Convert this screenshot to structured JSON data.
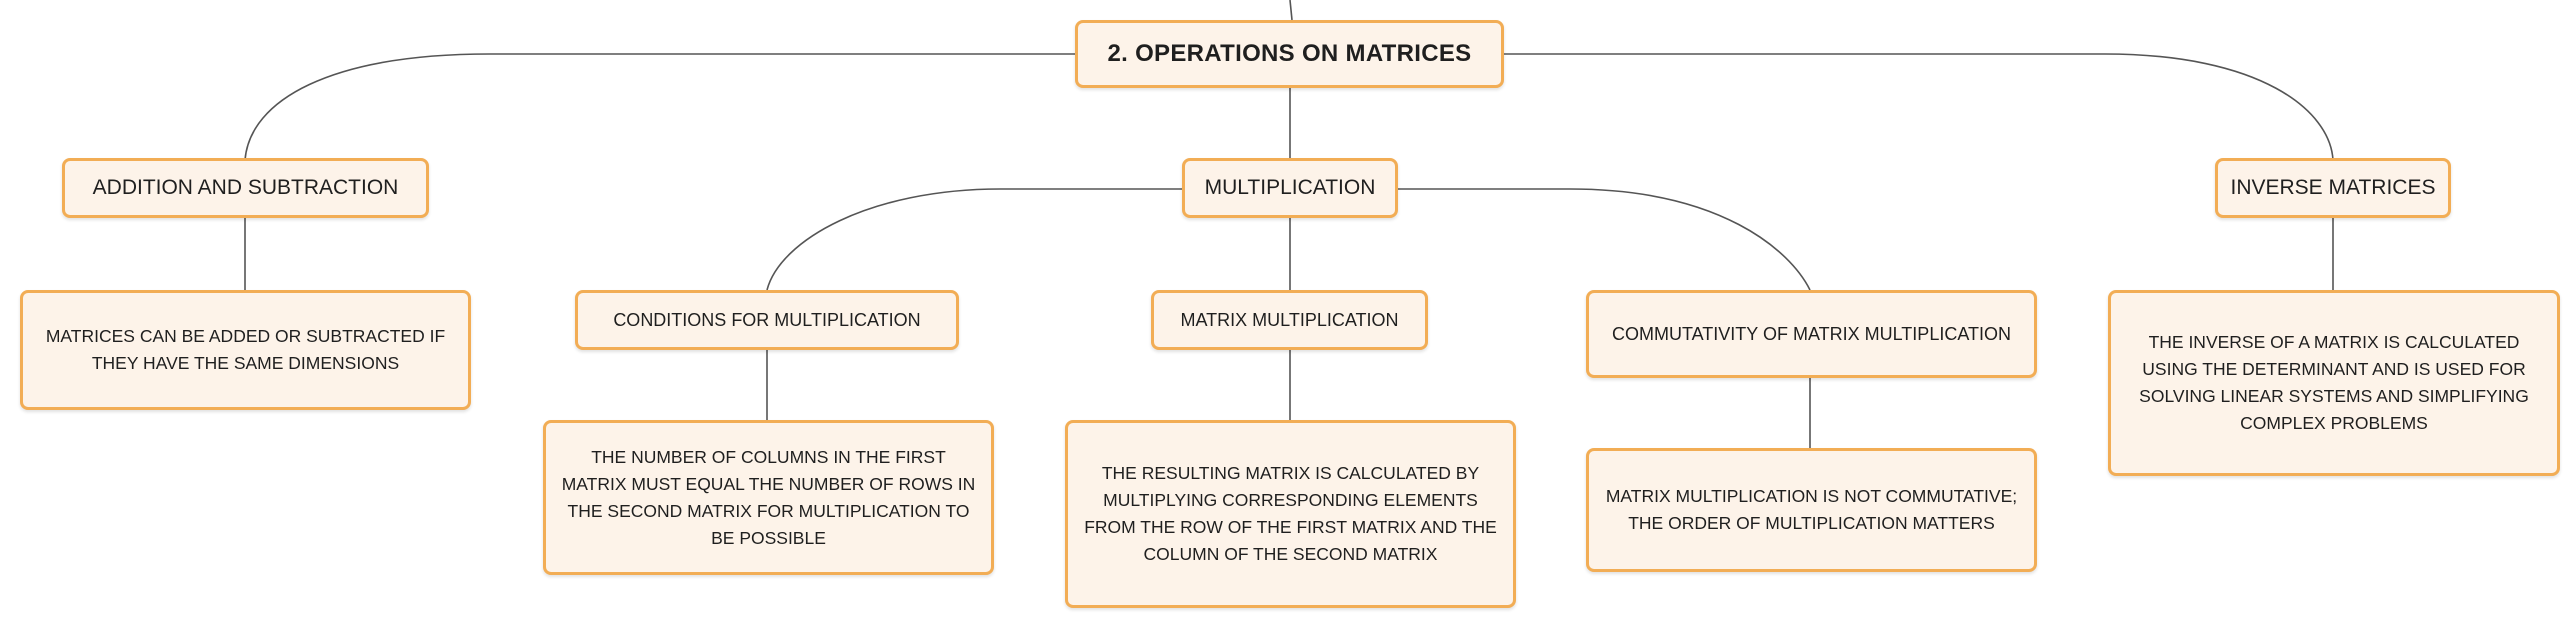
{
  "diagram": {
    "root": {
      "label": "2. OPERATIONS ON MATRICES"
    },
    "addition": {
      "label": "ADDITION AND SUBTRACTION",
      "note": "MATRICES CAN BE ADDED OR SUBTRACTED IF THEY HAVE THE SAME DIMENSIONS"
    },
    "multiplication": {
      "label": "MULTIPLICATION",
      "conditions": {
        "label": "CONDITIONS FOR MULTIPLICATION",
        "note": "THE NUMBER OF COLUMNS IN THE FIRST MATRIX MUST EQUAL THE NUMBER OF ROWS IN THE SECOND MATRIX FOR MULTIPLICATION TO BE POSSIBLE"
      },
      "matrix": {
        "label": "MATRIX MULTIPLICATION",
        "note": "THE RESULTING MATRIX IS CALCULATED BY MULTIPLYING CORRESPONDING ELEMENTS FROM THE ROW OF THE FIRST MATRIX AND THE COLUMN OF THE SECOND MATRIX"
      },
      "commutativity": {
        "label": "COMMUTATIVITY OF MATRIX MULTIPLICATION",
        "note": "MATRIX MULTIPLICATION IS NOT COMMUTATIVE; THE ORDER OF MULTIPLICATION MATTERS"
      }
    },
    "inverse": {
      "label": "INVERSE MATRICES",
      "note": "THE INVERSE OF A MATRIX IS CALCULATED USING THE DETERMINANT AND IS USED FOR SOLVING LINEAR SYSTEMS AND SIMPLIFYING COMPLEX PROBLEMS"
    },
    "colors": {
      "node_fill": "#fdf3e9",
      "node_border": "#f2ad55",
      "connector": "#555555",
      "text": "#1f1f1f"
    }
  }
}
